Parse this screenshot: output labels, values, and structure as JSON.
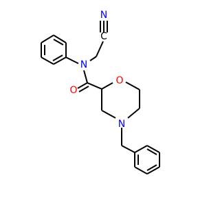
{
  "molecule": {
    "atoms": {
      "nitrile_nitrogen": "N",
      "amide_nitrogen": "N",
      "carbonyl_oxygen": "O",
      "ring_oxygen": "O",
      "ring_nitrogen": "N",
      "nitrile_carbon": "C"
    },
    "colors": {
      "bond": "#000000",
      "oxygen": "#ff0000",
      "nitrogen": "#0000ff",
      "carbon_label": "#000000"
    }
  }
}
